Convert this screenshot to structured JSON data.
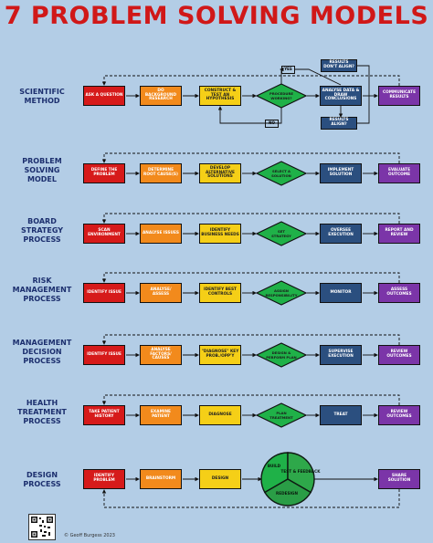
{
  "title": "7 PROBLEM SOLVING MODELS",
  "colors": {
    "background": "#b3cde6",
    "title": "#d01818",
    "label": "#1c2f6e",
    "red": "#d61a1a",
    "orange": "#f28a1c",
    "yellow": "#f5cf17",
    "green": "#1fb148",
    "blue": "#2b4f7f",
    "purple": "#7b35a8"
  },
  "models": [
    {
      "label": "SCIENTIFIC\nMETHOD",
      "steps": [
        "ASK A QUESTION",
        "DO BACKGROUND RESEARCH",
        "CONSTRUCT & TEST AN HYPOTHESIS",
        "PROCEDURE WORKING?",
        "ANALYSE DATA & DRAW CONCLUSIONS",
        "COMMUNICATE RESULTS"
      ],
      "extras": {
        "yes": "YES",
        "no": "NO",
        "results_dont_align": "RESULTS DON'T ALIGN?",
        "results_align": "RESULTS ALIGN?"
      }
    },
    {
      "label": "PROBLEM\nSOLVING\nMODEL",
      "steps": [
        "DEFINE THE PROBLEM",
        "DETERMINE ROOT CAUSE(S)",
        "DEVELOP ALTERNATIVE SOLUTIONS",
        "SELECT A SOLUTION",
        "IMPLEMENT SOLUTION",
        "EVALUATE OUTCOME"
      ]
    },
    {
      "label": "BOARD\nSTRATEGY\nPROCESS",
      "steps": [
        "SCAN ENVIRONMENT",
        "ANALYSE ISSUES",
        "IDENTIFY BUSINESS NEEDS",
        "SET STRATEGY",
        "OVERSEE EXECUTION",
        "REPORT AND REVIEW"
      ]
    },
    {
      "label": "RISK\nMANAGEMENT\nPROCESS",
      "steps": [
        "IDENTIFY ISSUE",
        "ANALYSE/ ASSESS",
        "IDENTIFY BEST CONTROLS",
        "ASSIGN RESPONSIBILITY",
        "MONITOR",
        "ASSESS OUTCOMES"
      ]
    },
    {
      "label": "MANAGEMENT\nDECISION\nPROCESS",
      "steps": [
        "IDENTIFY ISSUE",
        "ANALYSE FACTORS/ CAUSES",
        "\"DIAGNOSE\" KEY PROB./OPP'Y",
        "DESIGN & PERFORM PLAN",
        "SUPERVISE EXECUTION",
        "REVIEW OUTCOMES"
      ]
    },
    {
      "label": "HEALTH\nTREATMENT\nPROCESS",
      "steps": [
        "TAKE PATIENT HISTORY",
        "EXAMINE PATIENT",
        "DIAGNOSE",
        "PLAN TREATMENT",
        "TREAT",
        "REVIEW OUTCOMES"
      ]
    },
    {
      "label": "DESIGN\nPROCESS",
      "steps": [
        "IDENTIFY PROBLEM",
        "BRAINSTORM",
        "DESIGN",
        "",
        "",
        "SHARE SOLUTION"
      ],
      "cycle": [
        "BUILD",
        "TEST & FEEDBACK",
        "REDESIGN"
      ]
    }
  ],
  "footer": "© Geoff Burgess 2023"
}
